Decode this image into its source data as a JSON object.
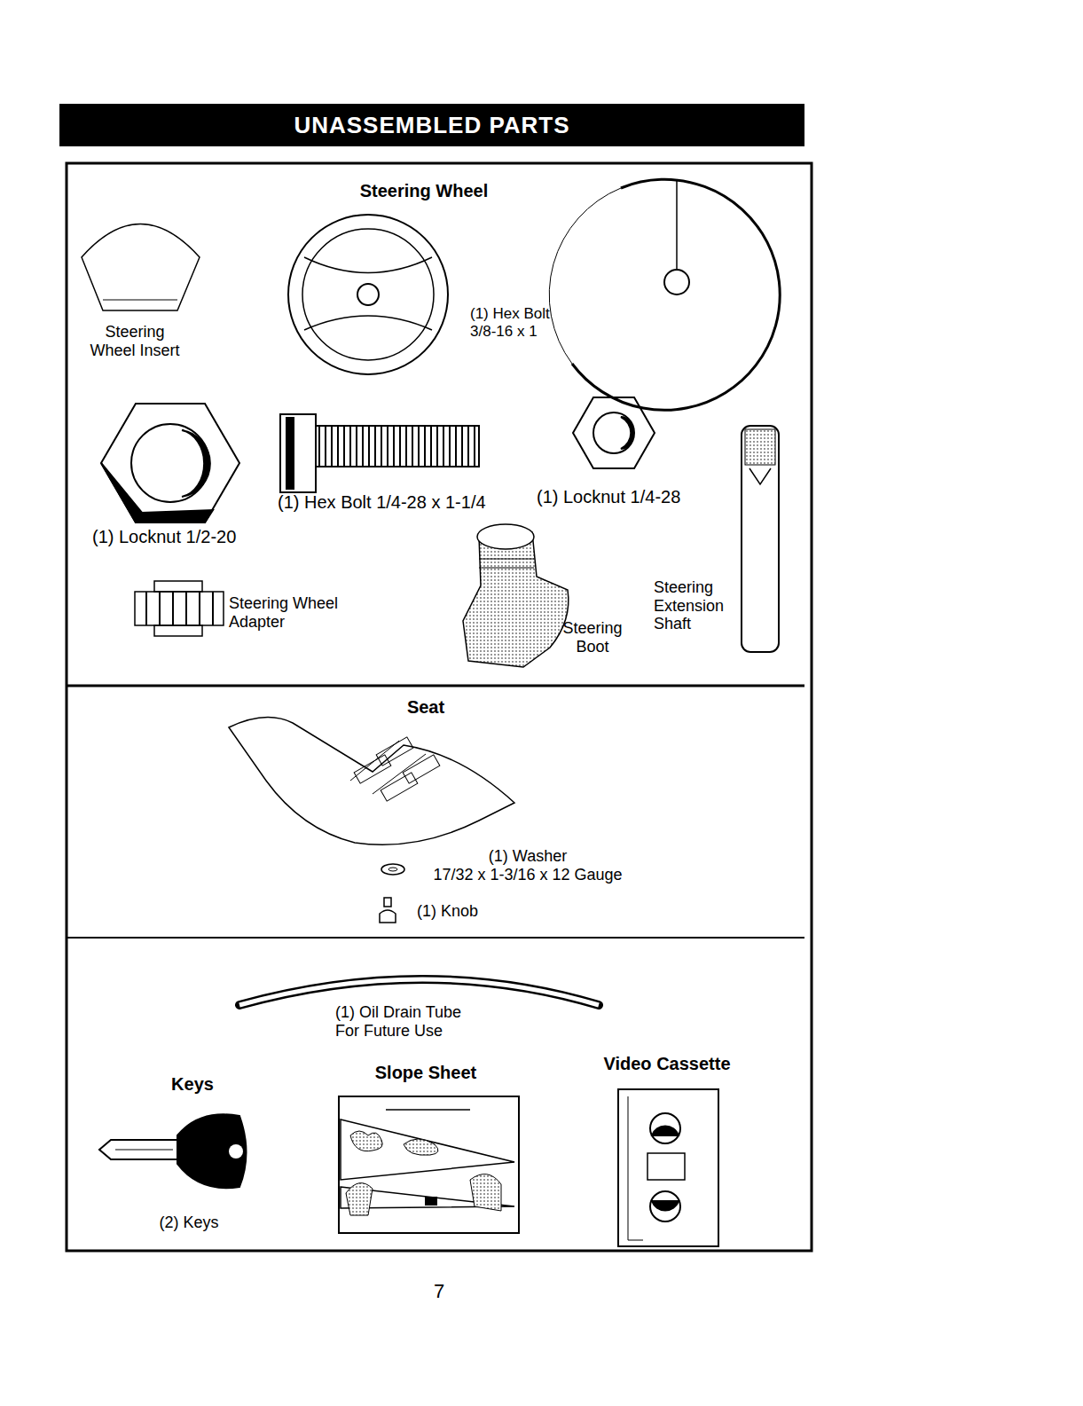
{
  "diagram": {
    "title": "UNASSEMBLED PARTS",
    "labels": [
      "Steering Wheel",
      "Steering Wheel Insert",
      "(1) Hex Bolt 3/8-16 x 1",
      "(1) Locknut 1/2-20",
      "(1) Hex Bolt 1/4-28 x 1-1/4",
      "(1) Locknut 1/4-28",
      "Steering Wheel Adapter",
      "Steering Boot",
      "Steering Extension Shaft",
      "Seat",
      "(1) Washer 17/32 x 1-3/16 x 12 Gauge",
      "(1) Knob",
      "(1) Oil Drain Tube For Future Use",
      "Keys",
      "Slope Sheet",
      "Video Cassette",
      "(2) Keys",
      "7"
    ]
  }
}
